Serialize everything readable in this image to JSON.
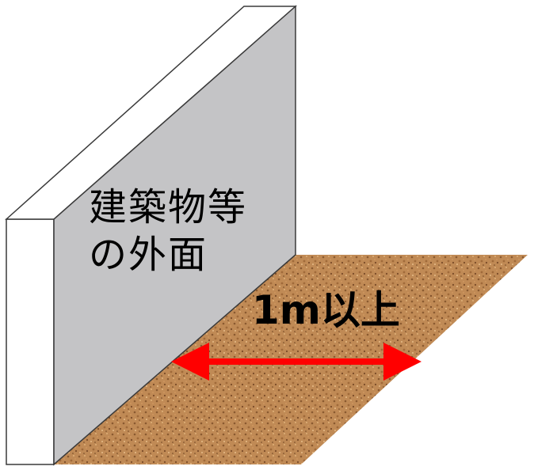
{
  "wall": {
    "label_line1": "建築物等",
    "label_line2": "の外面",
    "face_color": "#c4c4c6",
    "edge_color": "#ffffff",
    "outline_color": "#3a3a3a"
  },
  "ground": {
    "color": "#c08a55",
    "texture_dark": "#8a5a30",
    "texture_light": "#e0b27a"
  },
  "distance": {
    "label": "1m以上",
    "arrow_color": "#ff0000"
  }
}
